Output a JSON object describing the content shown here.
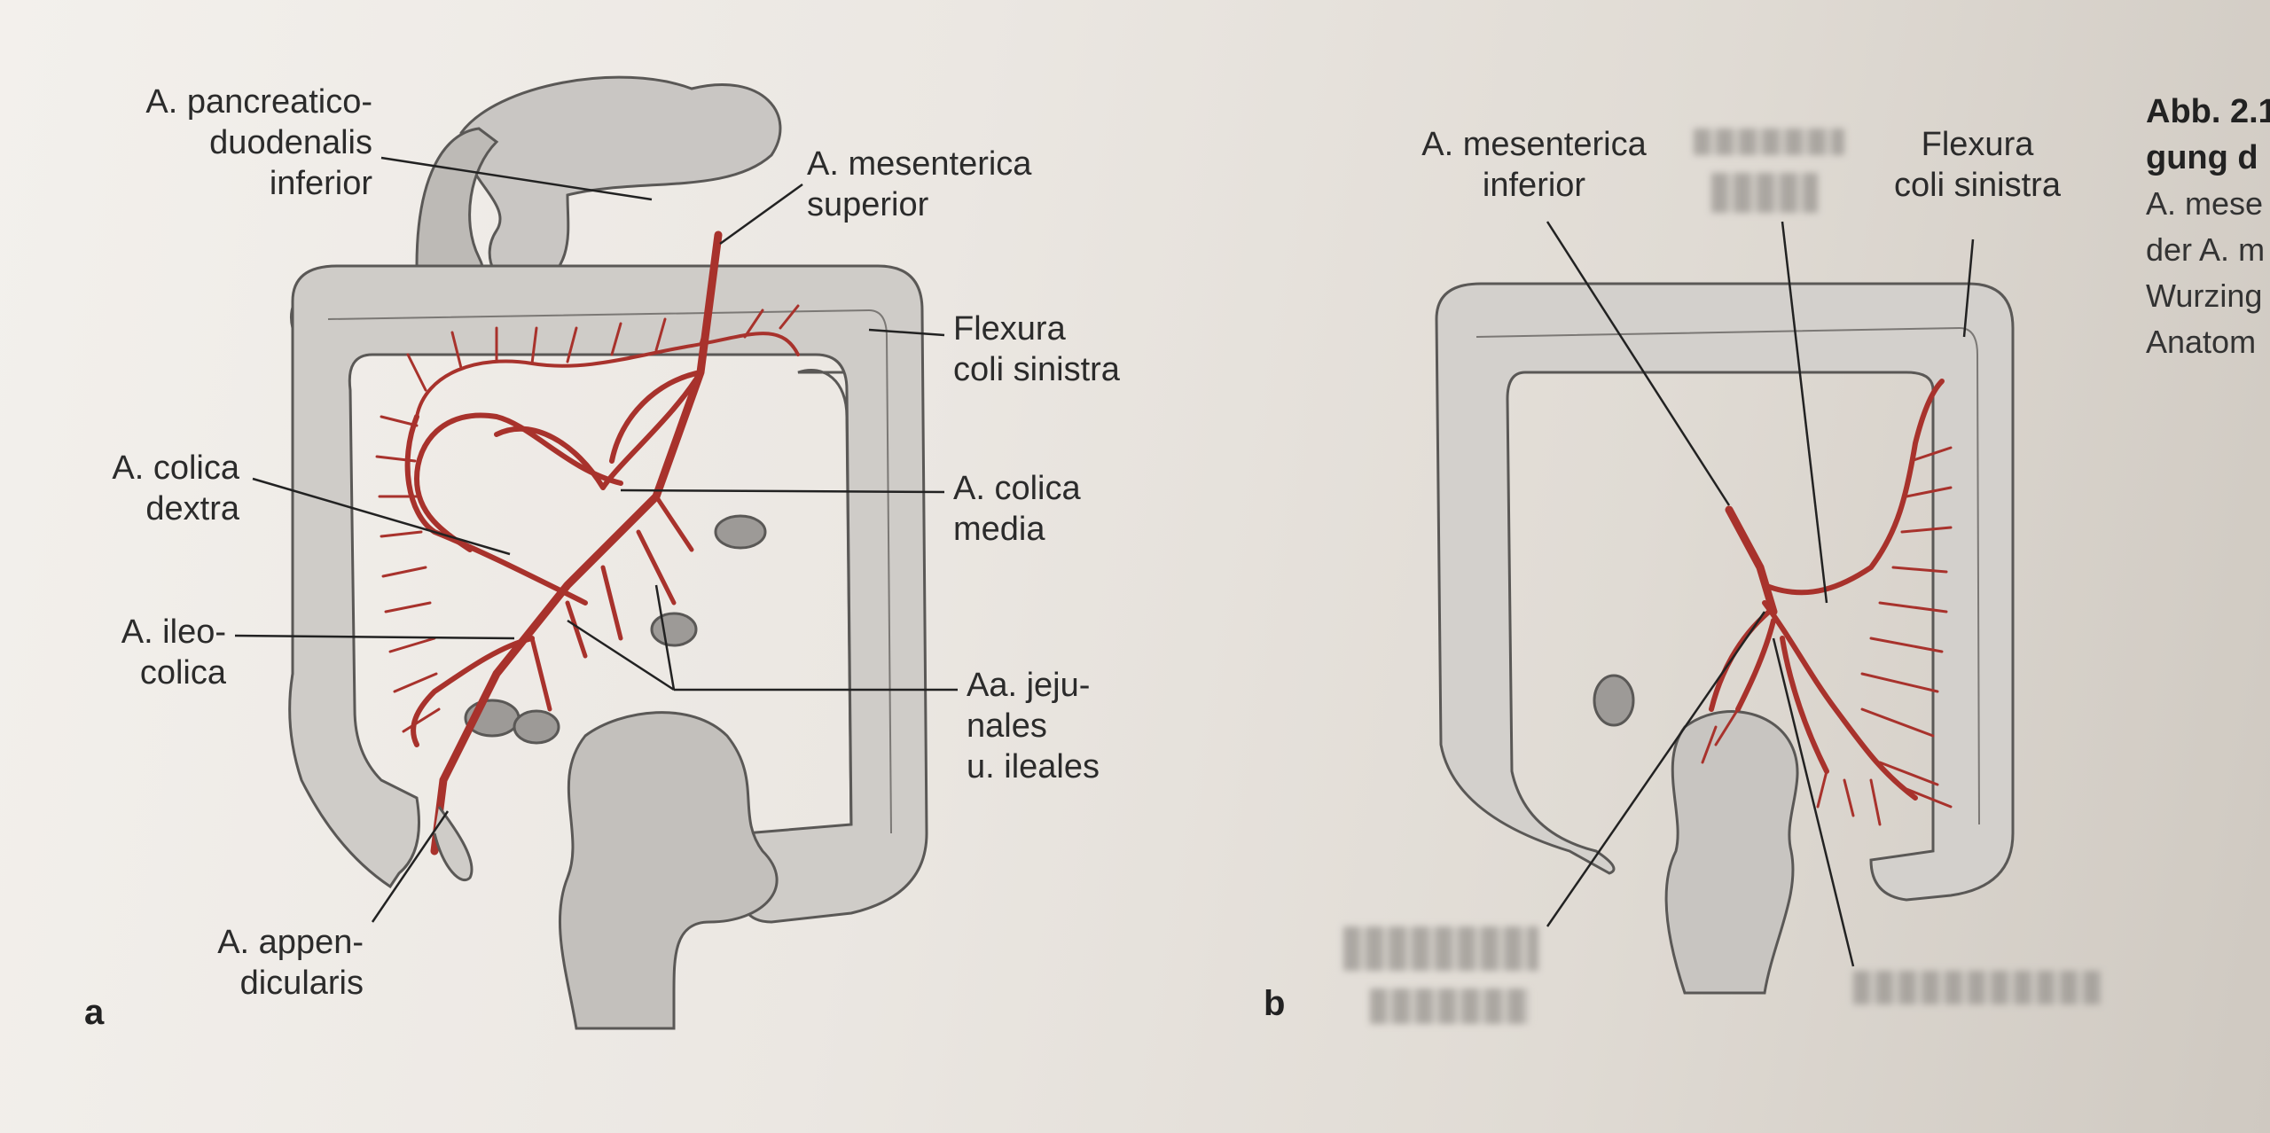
{
  "panel_a": {
    "letter": "a",
    "labels": {
      "pancreaticoduodenalis": "A. pancreatico-\nduodenalis\ninferior",
      "mesenterica_superior": "A. mesenterica\nsuperior",
      "flexura": "Flexura\ncoli sinistra",
      "colica_dextra": "A. colica\ndextra",
      "colica_media": "A. colica\nmedia",
      "ileocolica": "A. ileo-\ncolica",
      "jejunales": "Aa. jeju-\nnales\nu. ileales",
      "appendicularis": "A. appen-\ndicularis"
    }
  },
  "panel_b": {
    "letter": "b",
    "labels": {
      "mesenterica_inferior": "A. mesenterica\ninferior",
      "flexura": "Flexura\ncoli sinistra"
    }
  },
  "caption": {
    "title_line1": "Abb. 2.1",
    "title_line2": "gung d",
    "lines": [
      "A. mese",
      "der A. m",
      "Wurzing",
      "Anatom"
    ]
  },
  "colors": {
    "colon_fill": "#c9c6c3",
    "colon_stroke": "#5a5856",
    "artery": "#a8322c",
    "artery_dark": "#7c1f1b",
    "text": "#2b2b2b"
  }
}
